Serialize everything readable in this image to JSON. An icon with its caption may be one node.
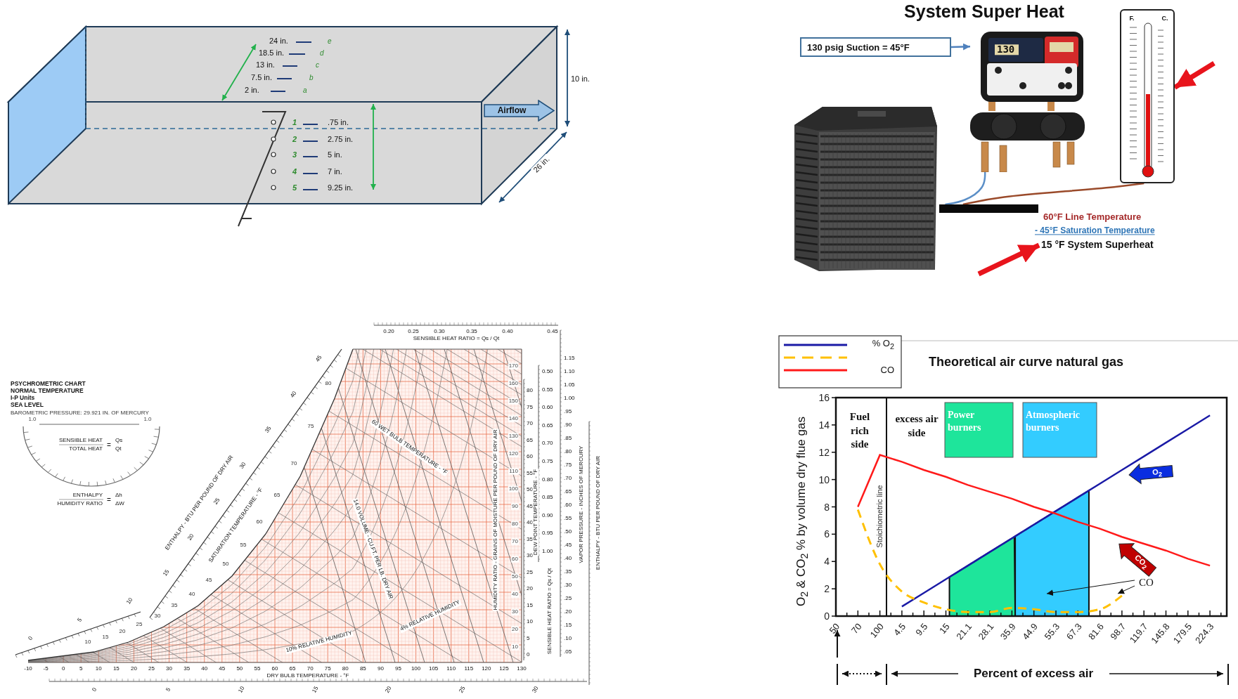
{
  "diagram": {
    "nodes": [
      {
        "text": [
          "Airflow"
        ]
      },
      {
        "text": [
          "130 psig Suction = 45°F"
        ]
      },
      {
        "text": [
          "130"
        ]
      },
      {
        "text": [],
        "shape": "picture"
      },
      {
        "text": [
          "F.",
          "C."
        ]
      },
      {
        "text": [],
        "shape": "bar"
      },
      {
        "text": [
          "15 °F System Superheat"
        ]
      }
    ],
    "edges": [
      {
        "from": 1,
        "to": 2,
        "arrow": "to",
        "color": "#4f81bd"
      },
      {
        "from": null,
        "to": 4,
        "arrow": "to",
        "style": "thick",
        "color": "#e8141c"
      },
      {
        "from": null,
        "to": 6,
        "arrow": "to",
        "style": "thick",
        "color": "#e8141c"
      },
      {
        "from": 2,
        "to": 5,
        "arrow": "none",
        "color": "#5b8fc7"
      },
      {
        "from": 5,
        "to": 4,
        "arrow": "none",
        "color": "#9a4a2a"
      }
    ],
    "labels": [
      "24 in.",
      "18.5 in.",
      "13 in.",
      "7.5 in.",
      "2 in.",
      "e",
      "d",
      "c",
      "b",
      "a",
      "1",
      "2",
      "3",
      "4",
      "5",
      ".75 in.",
      "2.75 in.",
      "5 in.",
      "7 in.",
      "9.25 in.",
      "10 in.",
      "26 in.",
      "System Super Heat",
      "60°F Line Temperature",
      "- 45°F Saturation Temperature",
      "PSYCHROMETRIC CHART",
      "NORMAL TEMPERATURE",
      "I-P Units",
      "SEA LEVEL",
      "BAROMETRIC PRESSURE: 29.921 IN. OF MERCURY",
      "1.0",
      "1.0",
      "SENSIBLE HEAT",
      "TOTAL HEAT",
      "=",
      "Qs",
      "Qt",
      "ENTHALPY",
      "HUMIDITY RATIO",
      "=",
      "Δh",
      "ΔW",
      "-10",
      "-5",
      "0",
      "5",
      "10",
      "15",
      "20",
      "25",
      "30",
      "35",
      "40",
      "45",
      "50",
      "55",
      "60",
      "65",
      "70",
      "75",
      "80",
      "85",
      "90",
      "95",
      "100",
      "105",
      "110",
      "115",
      "120",
      "125",
      "130",
      "10",
      "15",
      "20",
      "25",
      "30",
      "35",
      "40",
      "45",
      "50",
      "55",
      "60",
      "65",
      "70",
      "75",
      "80",
      "80",
      "75",
      "70",
      "65",
      "60",
      "55",
      "50",
      "45",
      "40",
      "35",
      "30",
      "25",
      "20",
      "15",
      "10",
      "5",
      "0",
      "170",
      "160",
      "150",
      "140",
      "130",
      "120",
      "110",
      "100",
      "90",
      "80",
      "70",
      "60",
      "50",
      "40",
      "30",
      "20",
      "10",
      "0",
      "5",
      "10",
      "15",
      "20",
      "25",
      "30",
      "35",
      "40",
      "45",
      "0.20",
      "0.25",
      "0.30",
      "0.35",
      "0.40",
      "0.45",
      "0.50",
      "0.55",
      "0.60",
      "0.65",
      "0.70",
      "0.75",
      "0.80",
      "0.85",
      "0.90",
      "0.95",
      "1.00",
      "1.15",
      "1.10",
      "1.05",
      "1.00",
      ".95",
      ".90",
      ".85",
      ".80",
      ".75",
      ".70",
      ".65",
      ".60",
      ".55",
      ".50",
      ".45",
      ".40",
      ".35",
      ".30",
      ".25",
      ".20",
      ".15",
      ".10",
      ".05",
      "0",
      "5",
      "10",
      "15",
      "20",
      "25",
      "30",
      "DRY BULB TEMPERATURE - °F",
      "ENTHALPY - BTU PER POUND OF DRY AIR",
      "SATURATION TEMPERATURE - °F",
      "SENSIBLE HEAT RATIO = Qs / Qt",
      "DEW POINT TEMPERATURE - °F",
      "SENSIBLE HEAT RATIO = Qs / Qt",
      "VAPOR PRESSURE - INCHES OF MERCURY",
      "ENTHALPY - BTU PER POUND OF DRY AIR",
      "HUMIDITY RATIO - GRAINS OF MOISTURE PER POUND OF DRY AIR",
      "60 WET BULB TEMPERATURE - °F",
      "14.0 VOLUME - CU.FT. PER LB. DRY AIR",
      "10% RELATIVE HUMIDITY",
      "4% RELATIVE HUMIDITY"
    ],
    "legend": [
      {
        "text": "% O$_{2}$"
      },
      {
        "text": "CO"
      }
    ],
    "chart_data": {
      "type": "line",
      "title": "Theoretical air curve natural gas",
      "xlabel": "Percent of excess air",
      "ylabel": "O$_{2}$ & CO$_{2}$ % by volume dry flue gas",
      "categories": [
        "50",
        "70",
        "100",
        "4.5",
        "9.5",
        "15",
        "21.1",
        "28.1",
        "35.9",
        "44.9",
        "55.3",
        "67.3",
        "81.6",
        "98.7",
        "119.7",
        "145.8",
        "179.5",
        "224.3"
      ],
      "series": [
        {
          "color": "#1a1aa6",
          "values": [
            null,
            null,
            null,
            0.7,
            1.7,
            2.7,
            3.7,
            4.7,
            5.7,
            6.7,
            7.7,
            8.7,
            9.7,
            10.7,
            11.7,
            12.7,
            13.7,
            14.7
          ]
        },
        {
          "color": "#ff1a1a",
          "values": [
            null,
            8,
            11.8,
            11.3,
            10.7,
            10.2,
            9.6,
            9.1,
            8.6,
            8.0,
            7.5,
            6.9,
            6.4,
            5.8,
            5.3,
            4.8,
            4.2,
            3.7
          ]
        },
        {
          "color": "#ffc000",
          "line_style": "dashed",
          "values": [
            null,
            7.8,
            3.8,
            1.8,
            1.0,
            0.5,
            0.3,
            0.3,
            0.6,
            0.5,
            0.3,
            0.3,
            0.5,
            1.5,
            null,
            null,
            null,
            null
          ]
        }
      ],
      "ylim": [
        0,
        16
      ],
      "yticks": [
        0,
        2,
        4,
        6,
        8,
        10,
        12,
        14,
        16
      ],
      "ref_lines": [
        {
          "axis": "x",
          "value": "100",
          "label": "Stoichiometric line"
        }
      ],
      "annotations": [
        "Fuel rich side",
        "excess air side",
        "Power burners",
        "Atmospheric burners",
        "O$_{2}$",
        {
          "text": "CO$_{2}$",
          "x": "98.7",
          "y": 5.8
        },
        "CO"
      ]
    }
  }
}
